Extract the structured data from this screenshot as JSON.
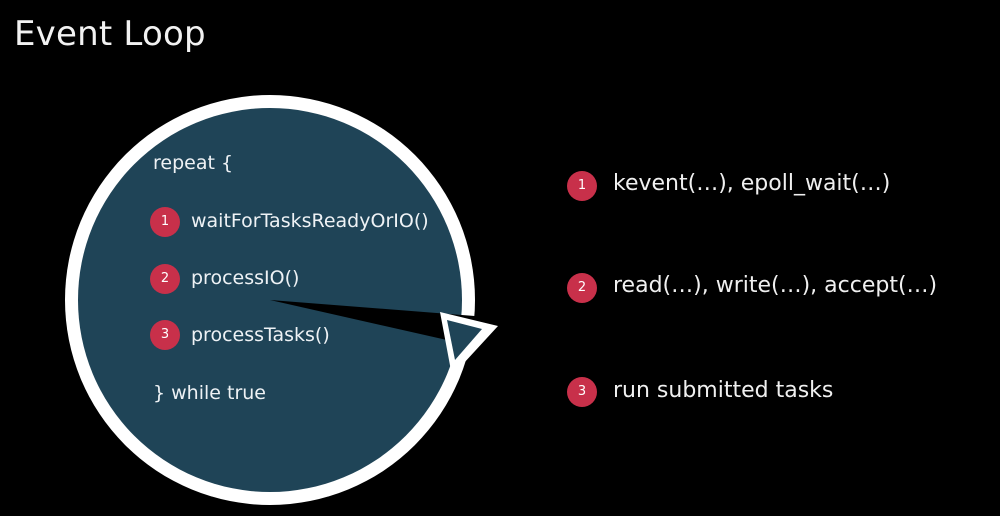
{
  "title": "Event Loop",
  "colors": {
    "background": "#000000",
    "loop_fill": "#1f4457",
    "loop_ring": "#ffffff",
    "badge": "#c8304a"
  },
  "loop": {
    "open": "repeat {",
    "steps": [
      {
        "num": "1",
        "label": "waitForTasksReadyOrIO()"
      },
      {
        "num": "2",
        "label": "processIO()"
      },
      {
        "num": "3",
        "label": "processTasks()"
      }
    ],
    "close": "} while true"
  },
  "descriptions": [
    {
      "num": "1",
      "text": "kevent(…), epoll_wait(…)"
    },
    {
      "num": "2",
      "text": "read(…), write(…), accept(…)"
    },
    {
      "num": "3",
      "text": "run submitted tasks"
    }
  ]
}
